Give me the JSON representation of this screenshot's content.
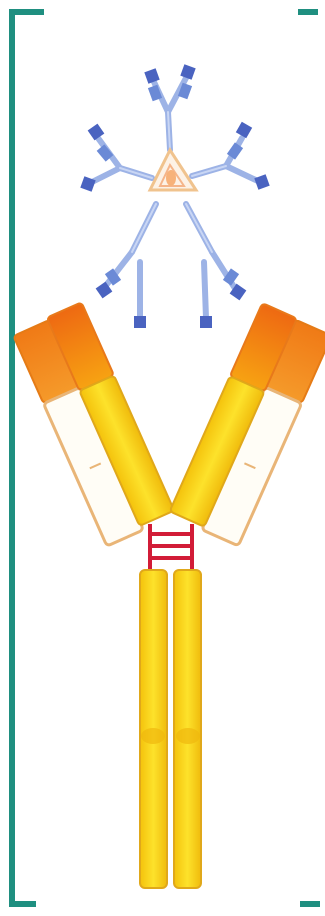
{
  "figure": {
    "subject": "antibody",
    "components": [
      {
        "name": "bracket-left",
        "icon": "left-square-bracket"
      },
      {
        "name": "bracket-right",
        "icon": "right-square-bracket"
      },
      {
        "name": "glycan-tree",
        "icon": "branched-oligosaccharide"
      },
      {
        "name": "heavy-chain-left",
        "icon": "heavy-chain"
      },
      {
        "name": "heavy-chain-right",
        "icon": "heavy-chain"
      },
      {
        "name": "light-chain-left",
        "icon": "light-chain"
      },
      {
        "name": "light-chain-right",
        "icon": "light-chain"
      },
      {
        "name": "hinge-disulfide-bonds",
        "icon": "disulfide-bridge"
      }
    ]
  },
  "colors": {
    "bracket": "#1f8f80",
    "glycan": "#9db3e6",
    "glycan_dark": "#6b8ad6",
    "glycan_tip": "#4a63c0",
    "heavy_chain": "#f7d80e",
    "heavy_chain_edge": "#e0a81a",
    "variable_region": "#f29411",
    "variable_tip": "#ee6a12",
    "light_chain_edge": "#e9b577",
    "light_chain_fill": "#fffdf6",
    "disulfide": "#d21c37",
    "hub": "#f0c38e"
  }
}
